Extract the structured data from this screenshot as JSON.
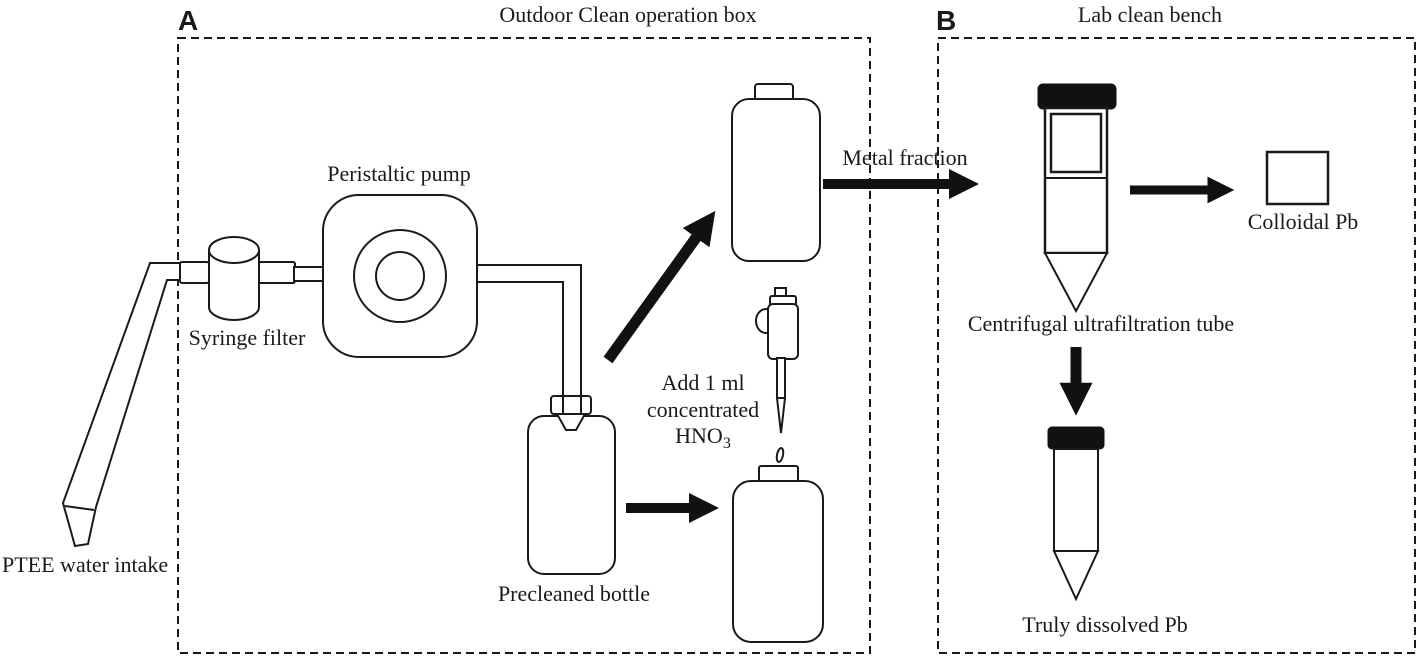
{
  "panel_a": {
    "letter": "A",
    "title": "Outdoor Clean operation box",
    "labels": {
      "ptee_intake": "PTEE water intake",
      "syringe_filter": "Syringe filter",
      "peristaltic_pump": "Peristaltic pump",
      "precleaned_bottle": "Precleaned bottle",
      "add_acid_line1": "Add 1 ml",
      "add_acid_line2": "concentrated",
      "acid_formula_main": "HNO",
      "acid_formula_subscript": "3",
      "metal_fraction": "Metal fraction"
    }
  },
  "panel_b": {
    "letter": "B",
    "title": "Lab clean bench",
    "labels": {
      "centrifugal_tube": "Centrifugal ultrafiltration tube",
      "colloidal_pb": "Colloidal Pb",
      "truly_dissolved_pb": "Truly dissolved Pb"
    }
  },
  "colors": {
    "line": "#1a1a1a",
    "cap": "#111111",
    "background": "#ffffff"
  }
}
